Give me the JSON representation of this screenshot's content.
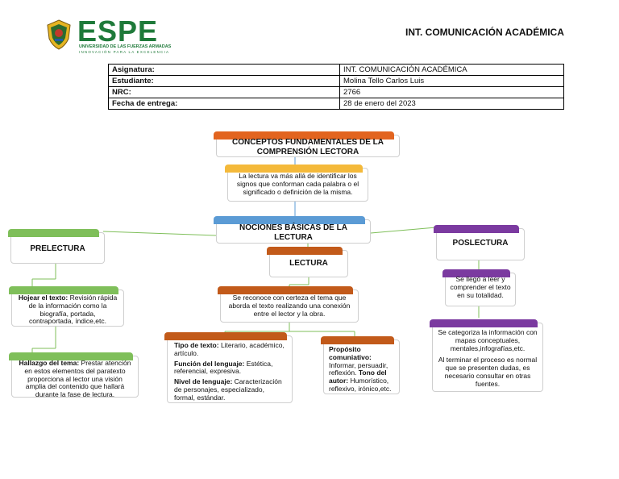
{
  "header": {
    "logo_word": "ESPE",
    "logo_sub1": "UNIVERSIDAD DE LAS FUERZAS ARMADAS",
    "logo_sub2": "INNOVACIÓN PARA LA EXCELENCIA",
    "title": "INT. COMUNICACIÓN ACADÉMICA"
  },
  "info_table": [
    {
      "label": "Asignatura:",
      "value": "INT. COMUNICACIÓN ACADÉMICA"
    },
    {
      "label": "Estudiante:",
      "value": "Molina Tello Carlos Luis"
    },
    {
      "label": "NRC:",
      "value": "2766"
    },
    {
      "label": "Fecha de entrega:",
      "value": "28 de enero  del 2023"
    }
  ],
  "map": {
    "root": "CONCEPTOS FUNDAMENTALES DE LA COMPRENSIÓN LECTORA",
    "root_desc": "La lectura va más allá de identificar los signos que conforman cada palabra o el significado o definición de la misma.",
    "center": "NOCIONES BÁSICAS DE LA LECTURA",
    "prelectura": {
      "title": "PRELECTURA",
      "hojear_label": "Hojear el texto:",
      "hojear_text": " Revisión rápida de la información como la biografía, portada, contraportada, índice,etc.",
      "hallazgo_label": "Hallazgo del tema:",
      "hallazgo_text": " Prestar atención en estos elementos del paratexto proporciona al lector una visión amplia del contenido que hallará durante la fase de lectura."
    },
    "lectura": {
      "title": "LECTURA",
      "desc": "Se reconoce con certeza el tema que aborda el texto realizando una conexión entre el lector y la obra.",
      "tipo_label": "Tipo de texto:",
      "tipo_text": " Literario, académico, artículo.",
      "funcion_label": "Función del lenguaje:",
      "funcion_text": " Estética, referencial, expresiva.",
      "nivel_label": "Nivel de lenguaje:",
      "nivel_text": "  Caracterización de personajes, especializado, formal, estándar.",
      "proposito_label": "Propósito comuniativo:",
      "proposito_text": " Informar, persuadir, reflexión. ",
      "tono_label": "Tono del autor:",
      "tono_text": " Humorístico, reflexivo, irónico,etc."
    },
    "poslectura": {
      "title": "POSLECTURA",
      "desc1": "Se llegó a leer y comprender el texto en su totalidad.",
      "desc2a": "Se categoriza  la información con mapas conceptuales, mentales,infografías,etc.",
      "desc2b": "Al terminar el proceso es normal que se presenten dudas, es necesario consultar en otras fuentes."
    }
  },
  "colors": {
    "orange": "#e2641f",
    "yellow": "#f4b93a",
    "blue": "#5b9bd5",
    "green": "#7fbf5a",
    "purple": "#7b3aa0",
    "rust": "#c25a1a"
  }
}
